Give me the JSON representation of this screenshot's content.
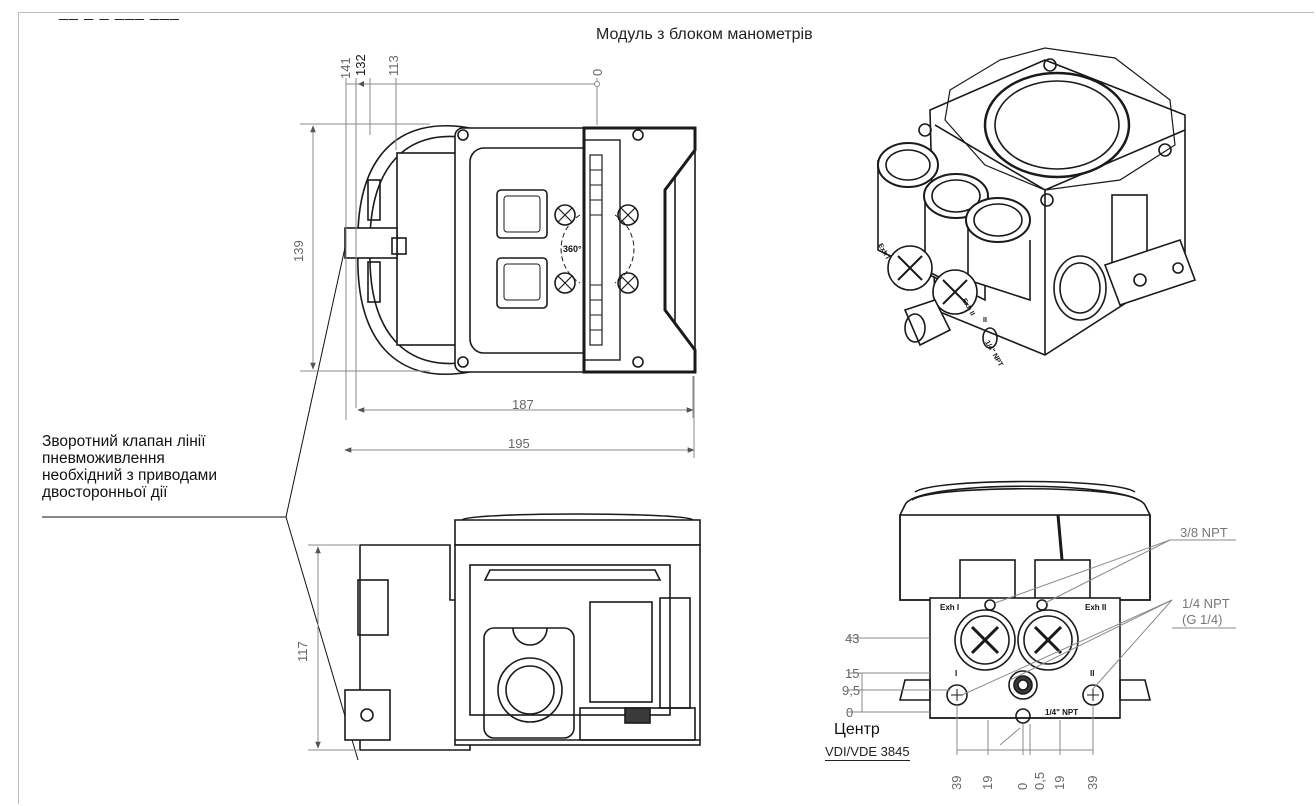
{
  "header_fragment": "__ _ _ ___ ___",
  "title": "Модуль з блоком манометрів",
  "note_lines": [
    "Зворотний клапан лінії",
    "пневможивлення",
    "необхідний з приводами",
    "двосторонньої дії"
  ],
  "top_view": {
    "dims_top": [
      "141",
      "132",
      "113",
      "0"
    ],
    "height": "139",
    "width_inner": "187",
    "width_outer": "195",
    "rotation_label": "360°"
  },
  "side_view": {
    "height": "117"
  },
  "front_view": {
    "dims_left": [
      "43",
      "15",
      "9,5",
      "0"
    ],
    "dims_bottom": [
      "39",
      "19",
      "0",
      "0,5",
      "19",
      "39"
    ],
    "port_labels": [
      "Exh I",
      "Exh II",
      "I",
      "II",
      "1/4\" NPT"
    ],
    "callouts": [
      "3/8 NPT",
      "1/4 NPT",
      "(G 1/4)"
    ],
    "centre_label": "Центр",
    "standard": "VDI/VDE 3845"
  },
  "iso_view": {
    "labels": [
      "Exh I",
      "Exh II",
      "II",
      "1/4\" NPT"
    ]
  },
  "colors": {
    "line": "#1a1a1a",
    "dim": "#8a8a8a",
    "fill_dark": "#3a3a3a",
    "fill_light": "#e8e8e8"
  }
}
